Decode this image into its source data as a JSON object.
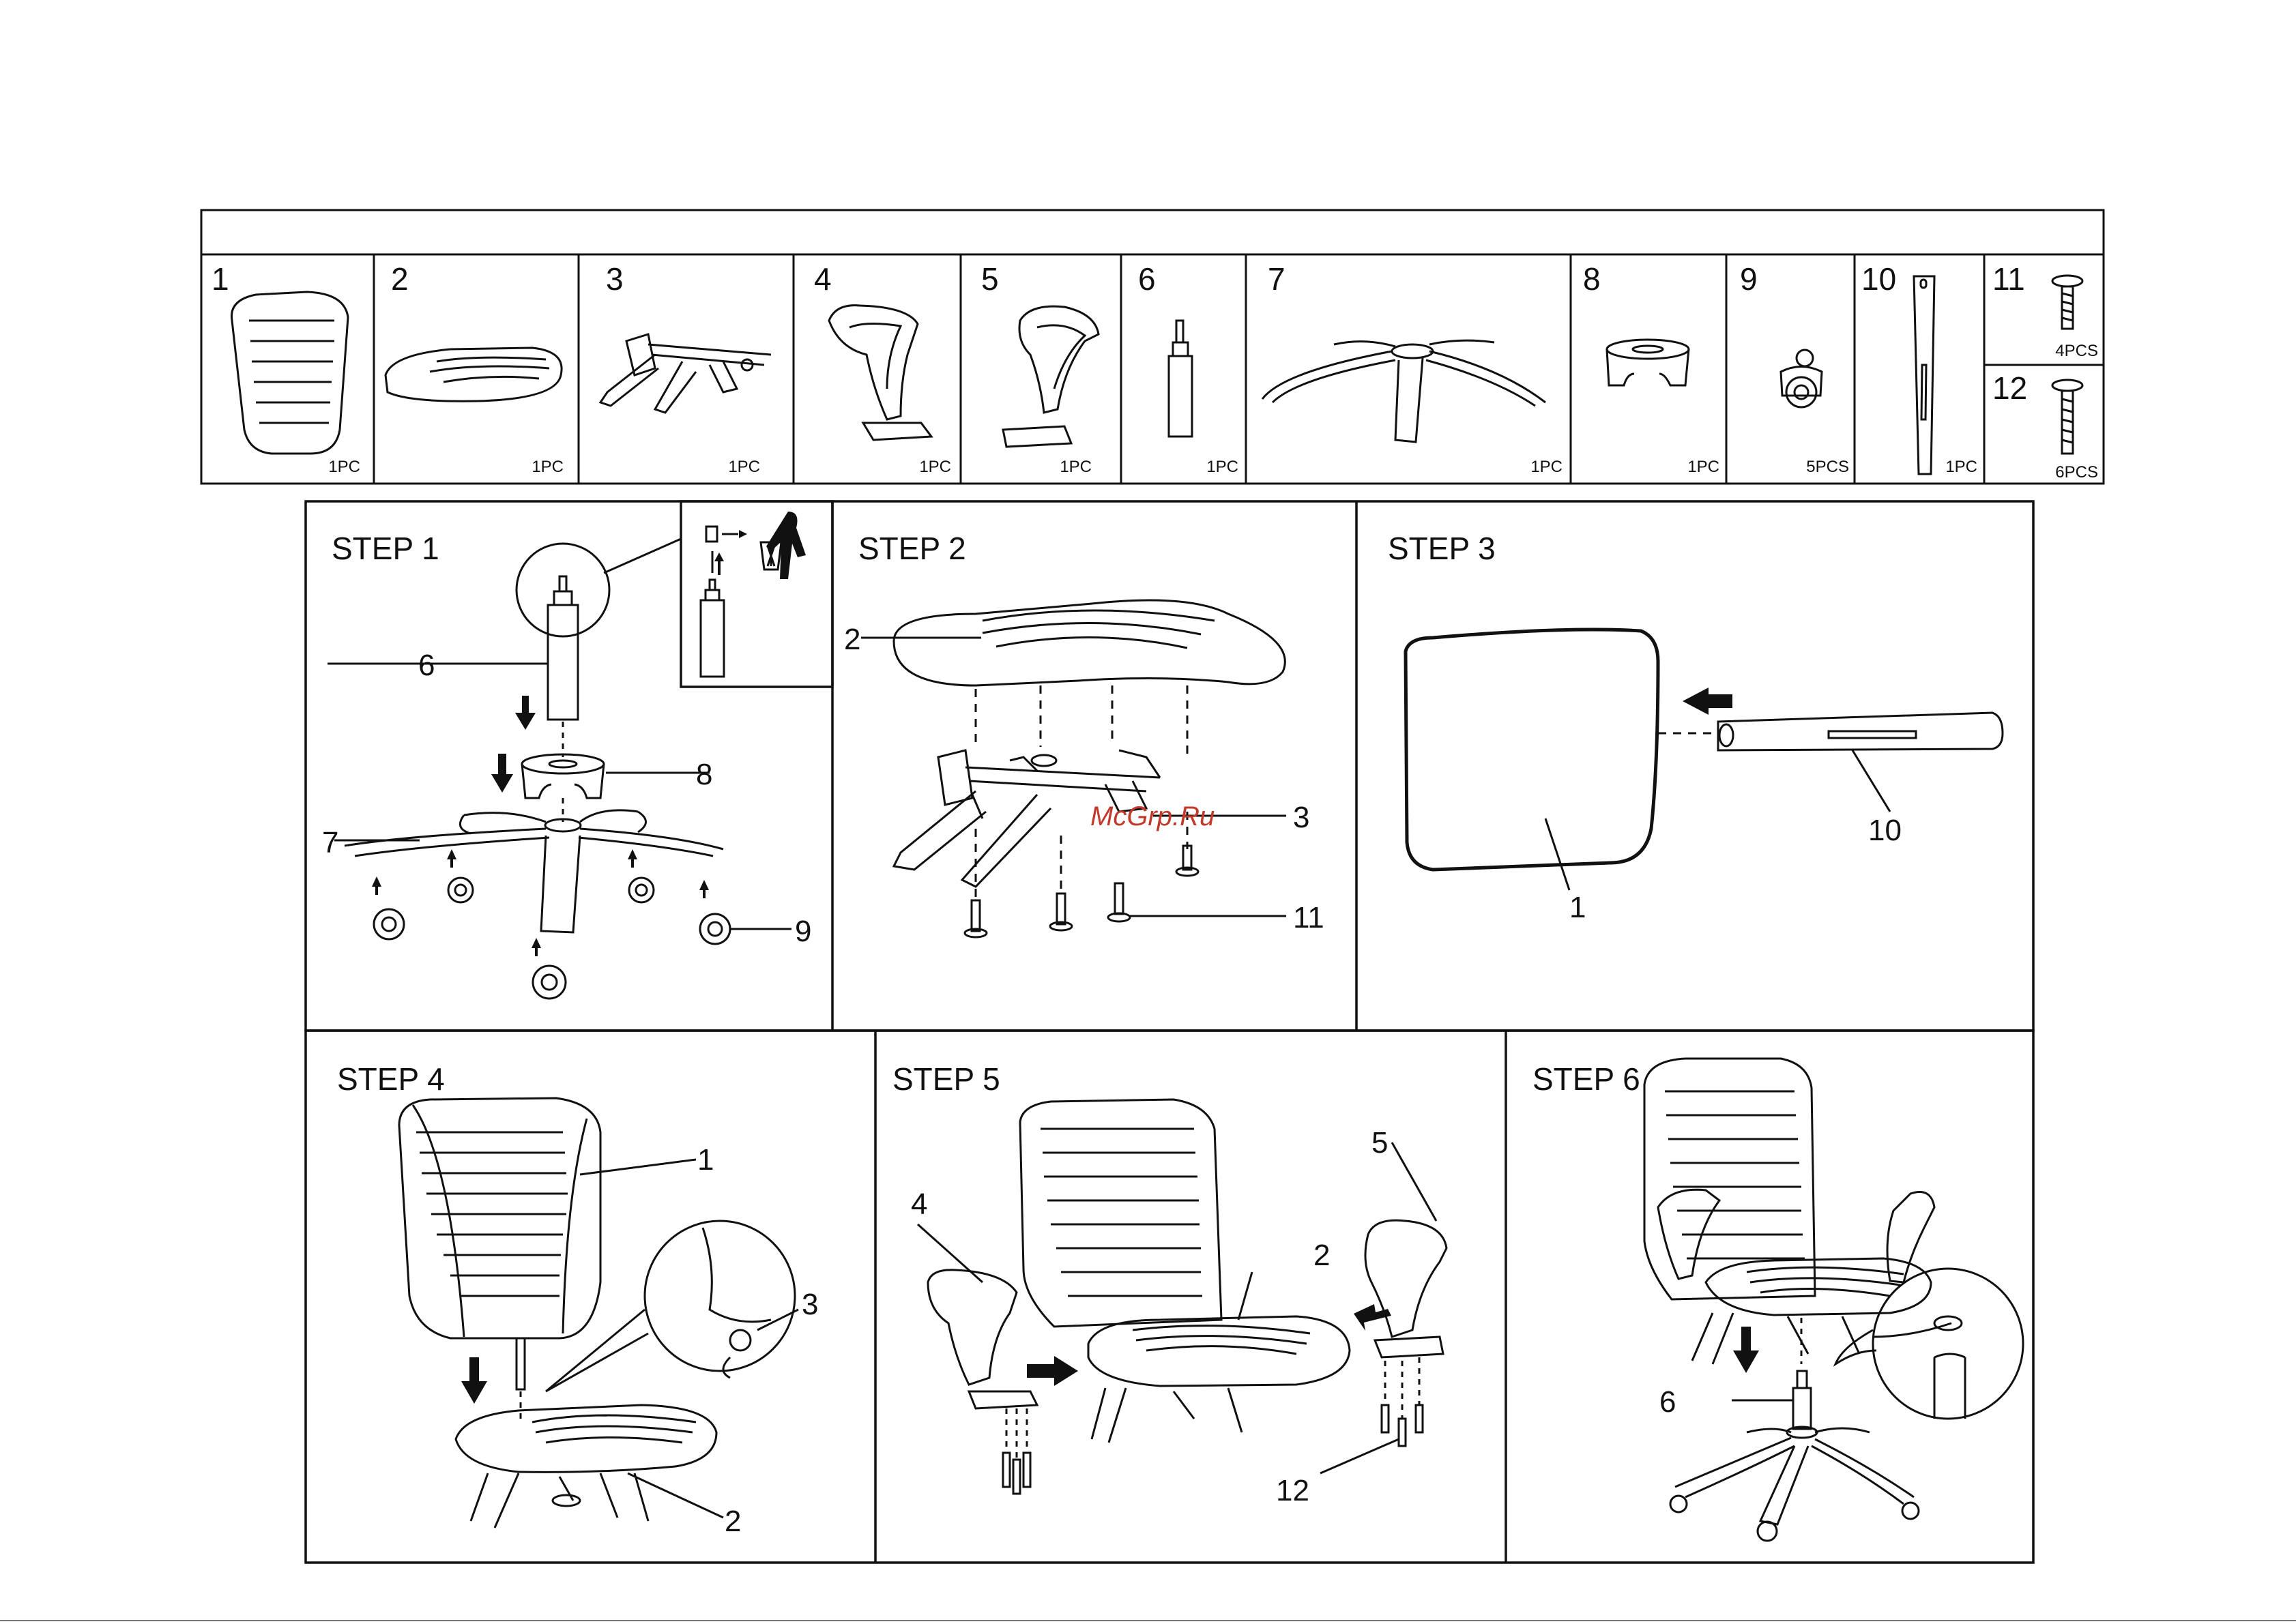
{
  "parts": [
    {
      "num": "1",
      "qty": "1PC"
    },
    {
      "num": "2",
      "qty": "1PC"
    },
    {
      "num": "3",
      "qty": "1PC"
    },
    {
      "num": "4",
      "qty": "1PC"
    },
    {
      "num": "5",
      "qty": "1PC"
    },
    {
      "num": "6",
      "qty": "1PC"
    },
    {
      "num": "7",
      "qty": "1PC"
    },
    {
      "num": "8",
      "qty": "1PC"
    },
    {
      "num": "9",
      "qty": "5PCS"
    },
    {
      "num": "10",
      "qty": "1PC"
    },
    {
      "num": "11",
      "qty": "4PCS"
    },
    {
      "num": "12",
      "qty": "6PCS"
    }
  ],
  "steps": [
    {
      "title": "STEP 1",
      "callouts": [
        "6",
        "8",
        "7",
        "9"
      ]
    },
    {
      "title": "STEP 2",
      "callouts": [
        "2",
        "3",
        "11"
      ]
    },
    {
      "title": "STEP 3",
      "callouts": [
        "10",
        "1"
      ]
    },
    {
      "title": "STEP 4",
      "callouts": [
        "1",
        "3",
        "2"
      ]
    },
    {
      "title": "STEP 5",
      "callouts": [
        "4",
        "5",
        "2",
        "12"
      ]
    },
    {
      "title": "STEP 6",
      "callouts": [
        "6"
      ]
    }
  ],
  "watermark": "McGrp.Ru",
  "icons": [
    "trash-bin-icon",
    "down-arrow-icon",
    "left-arrow-icon",
    "right-arrow-icon",
    "up-arrow-icon"
  ],
  "colors": {
    "line": "#111111",
    "watermark": "#c0392b",
    "background": "#ffffff"
  }
}
